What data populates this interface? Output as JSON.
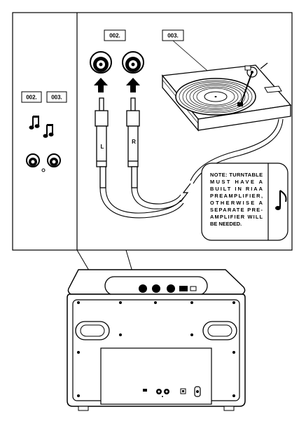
{
  "labels": {
    "jack_in": "002.",
    "turntable": "003.",
    "sidebar_jack_in": "002.",
    "sidebar_turntable": "003."
  },
  "plugs": {
    "left": "L",
    "right": "R"
  },
  "note": {
    "lines": [
      "NOTE: TURNTABLE",
      "MUST HAVE A",
      "BUILT IN RIAA",
      "PREAMPLIFIER,",
      "OTHERWISE A",
      "SEPARATE PRE-",
      "AMPLIFIER WILL",
      "BE NEEDED."
    ],
    "icon": "music-note-icon"
  },
  "icons": {
    "sidebar": "double-music-note-icon",
    "jacks": "rca-jack-icon",
    "arrows": "arrow-up-icon"
  }
}
